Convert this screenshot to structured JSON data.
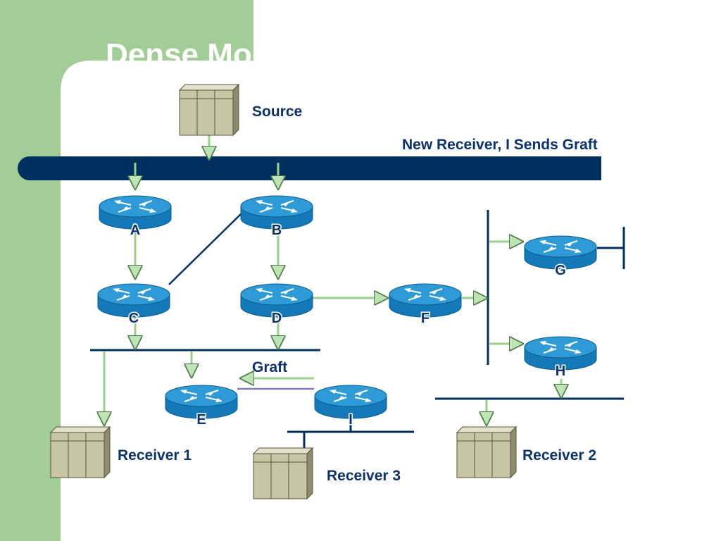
{
  "slide": {
    "title": "Dense Mode",
    "colors": {
      "green_bar": "#a3cd96",
      "navy": "#00305f",
      "router_top": "#2e9bd6",
      "router_side": "#1479b8",
      "link_green": "#bfe3b4",
      "prune_purple": "#7f7fb8",
      "host_face": "#c9c4a4"
    }
  },
  "labels": {
    "source": "Source",
    "new_receiver_note": "New Receiver, I Sends Graft",
    "graft": "Graft",
    "receiver1": "Receiver 1",
    "receiver2": "Receiver 2",
    "receiver3": "Receiver 3"
  },
  "routers": [
    {
      "id": "A",
      "label": "A"
    },
    {
      "id": "B",
      "label": "B"
    },
    {
      "id": "C",
      "label": "C"
    },
    {
      "id": "D",
      "label": "D"
    },
    {
      "id": "E",
      "label": "E"
    },
    {
      "id": "F",
      "label": "F"
    },
    {
      "id": "G",
      "label": "G"
    },
    {
      "id": "H",
      "label": "H"
    },
    {
      "id": "I",
      "label": "I"
    }
  ],
  "hosts": [
    {
      "id": "source",
      "icon": "server-icon"
    },
    {
      "id": "receiver1",
      "icon": "server-icon"
    },
    {
      "id": "receiver2",
      "icon": "server-icon"
    },
    {
      "id": "receiver3",
      "icon": "server-icon"
    }
  ]
}
